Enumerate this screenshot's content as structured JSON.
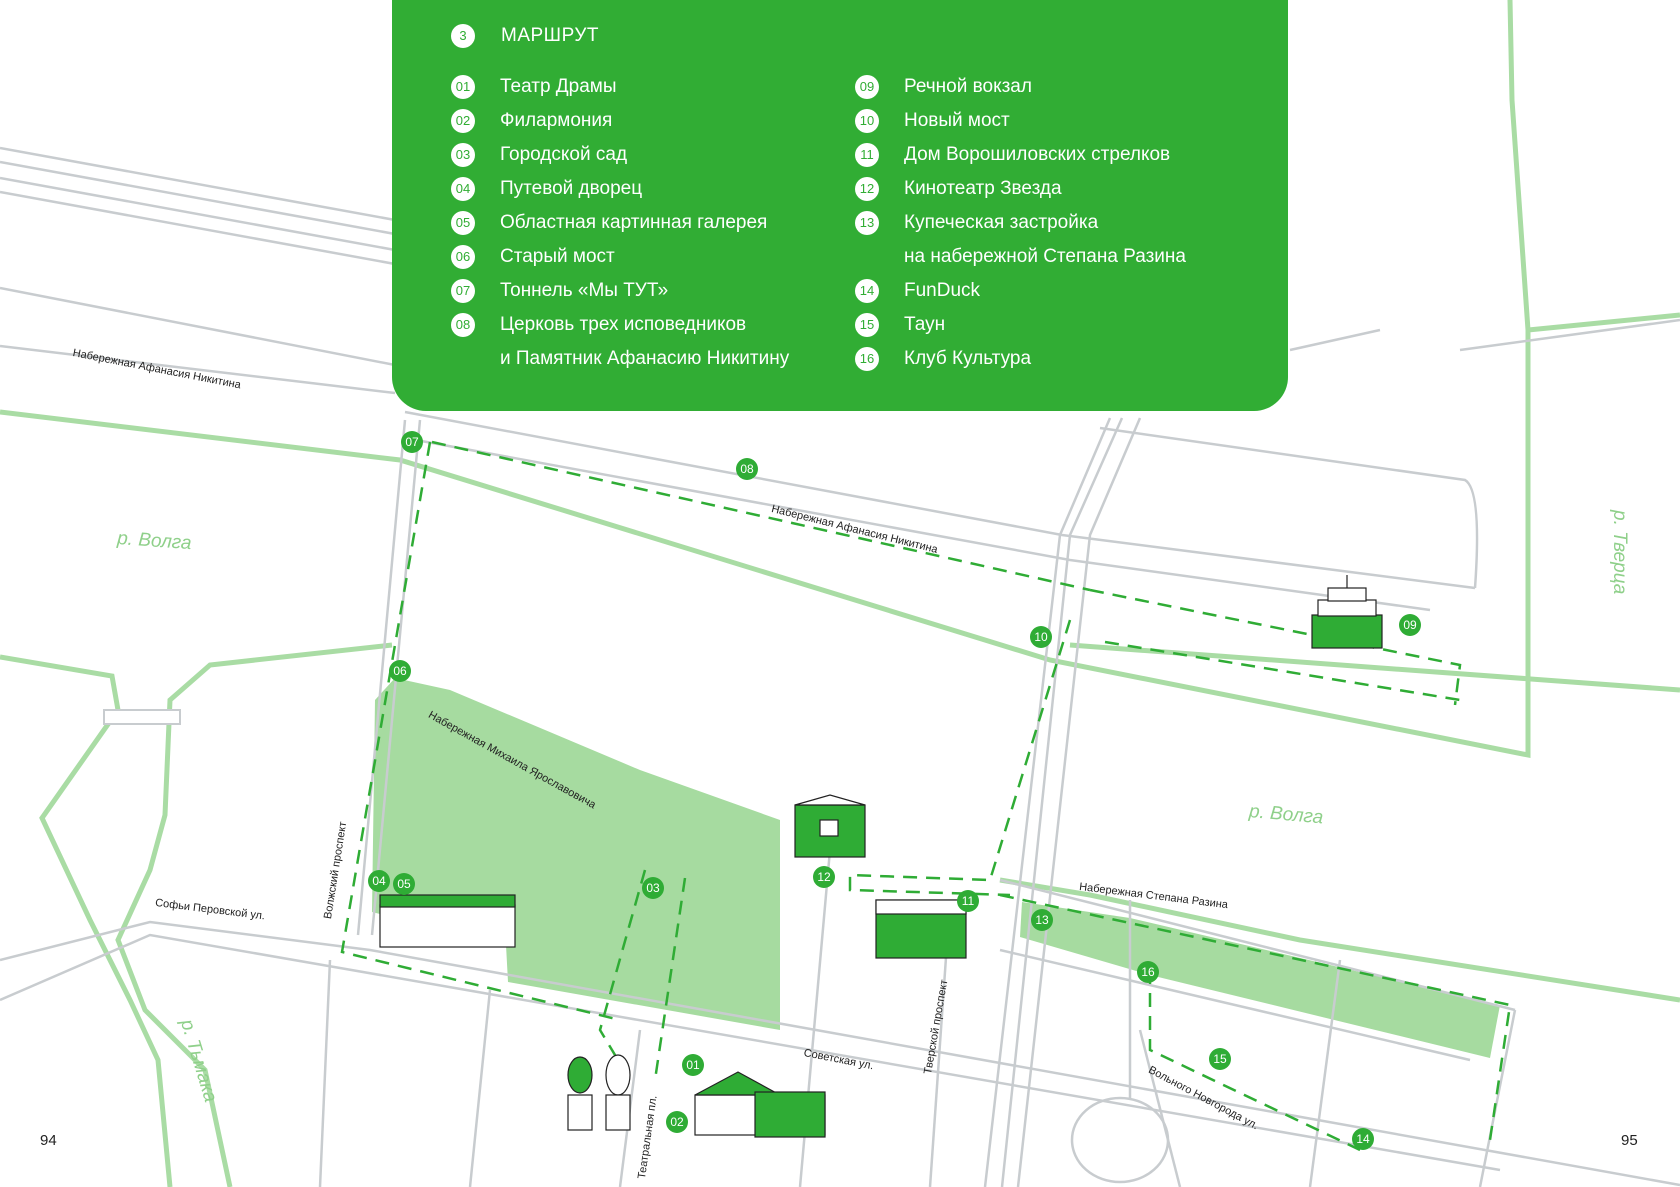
{
  "legend": {
    "route_number": "3",
    "title": "МАРШРУТ",
    "left_items": [
      {
        "num": "01",
        "label": "Театр Драмы"
      },
      {
        "num": "02",
        "label": "Филармония"
      },
      {
        "num": "03",
        "label": "Городской сад"
      },
      {
        "num": "04",
        "label": "Путевой дворец"
      },
      {
        "num": "05",
        "label": "Областная картинная галерея"
      },
      {
        "num": "06",
        "label": "Старый мост"
      },
      {
        "num": "07",
        "label": "Тоннель «Мы ТУТ»"
      },
      {
        "num": "08",
        "label": "Церковь трех исповедников",
        "label2": "и Памятник Афанасию Никитину"
      }
    ],
    "right_items": [
      {
        "num": "09",
        "label": "Речной вокзал"
      },
      {
        "num": "10",
        "label": "Новый мост"
      },
      {
        "num": "11",
        "label": "Дом Ворошиловских стрелков"
      },
      {
        "num": "12",
        "label": "Кинотеатр Звезда"
      },
      {
        "num": "13",
        "label": "Купеческая застройка",
        "label2": "на набережной Степана Разина"
      },
      {
        "num": "14",
        "label": "FunDuck"
      },
      {
        "num": "15",
        "label": "Таун"
      },
      {
        "num": "16",
        "label": "Клуб Культура"
      }
    ]
  },
  "map": {
    "street_labels": {
      "nikitina_left": "Набережная Афанасия Никитина",
      "nikitina_center": "Набережная Афанасия Никитина",
      "yaroslavovicha": "Набережная Михаила Ярославовича",
      "volzhsky": "Волжский проспект",
      "perovskoy": "Софьи Перовской ул.",
      "teatralnaya": "Театральная пл.",
      "sovetskaya": "Советская ул.",
      "tverskoy": "Тверской проспект",
      "razina": "Набережная Степана Разина",
      "volnogo": "Вольного Новгорода ул."
    },
    "rivers": {
      "volga_left": "р. Волга",
      "volga_right": "р. Волга",
      "tmaka": "р. Тьмака",
      "tvertsa": "р. Тверца"
    },
    "markers": [
      "01",
      "02",
      "03",
      "04",
      "05",
      "06",
      "07",
      "08",
      "09",
      "10",
      "11",
      "12",
      "13",
      "14",
      "15",
      "16"
    ],
    "colors": {
      "accent": "#31ad34",
      "river_line": "#a9dca4",
      "park": "#a6dba0",
      "road": "#c8cccf"
    }
  },
  "pages": {
    "left": "94",
    "right": "95"
  }
}
